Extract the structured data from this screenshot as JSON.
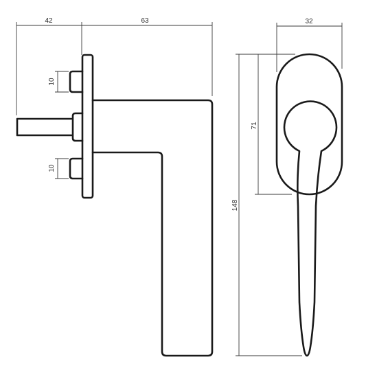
{
  "dimensions": {
    "top_left_width": "42",
    "top_right_width": "63",
    "upper_stud_height": "10",
    "lower_stud_height": "10",
    "rose_width": "32",
    "rose_height": "71",
    "overall_height": "148"
  },
  "colors": {
    "outline": "#1a1a1a",
    "dimension_line": "#3a3a3a",
    "background": "#ffffff"
  }
}
